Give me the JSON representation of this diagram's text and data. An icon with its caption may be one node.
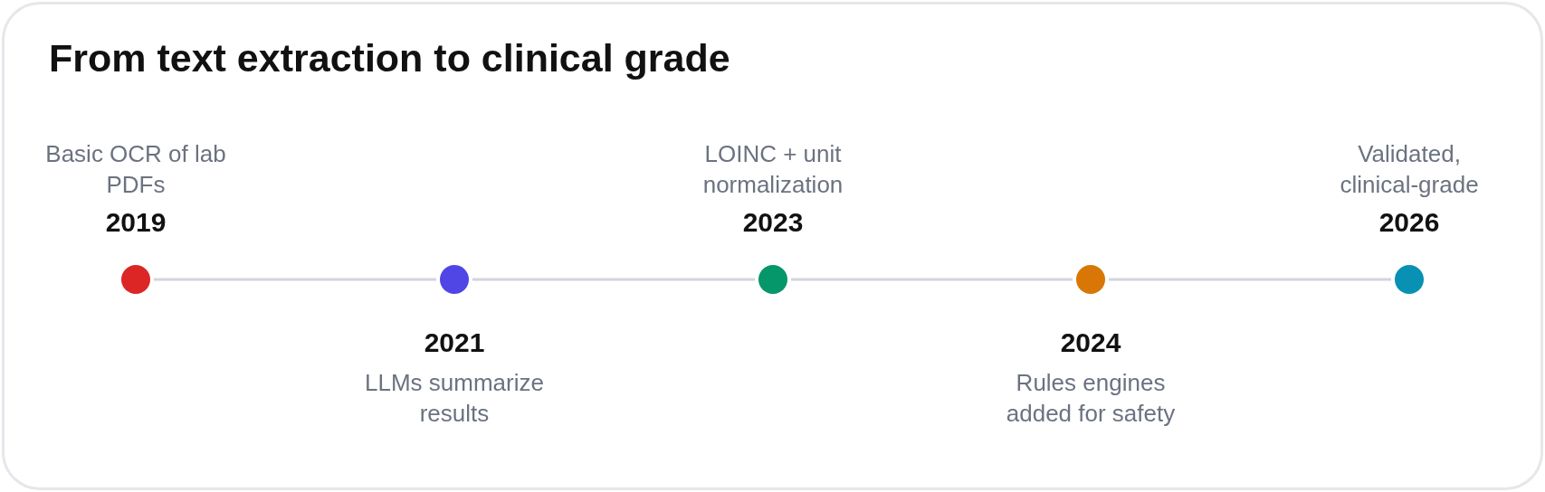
{
  "diagram": {
    "title": "From text extraction to clinical grade",
    "nodes": [
      {
        "text": [],
        "shape": "circle",
        "beside": [
          "Basic OCR of lab PDFs",
          "2019"
        ]
      },
      {
        "text": [],
        "shape": "circle",
        "beside": [
          "2021",
          "LLMs summarize results"
        ]
      },
      {
        "text": [],
        "shape": "circle",
        "beside": [
          "LOINC + unit normalization",
          "2023"
        ]
      },
      {
        "text": [],
        "shape": "circle",
        "beside": [
          "2024",
          "Rules engines added for safety"
        ]
      },
      {
        "text": [],
        "shape": "circle",
        "beside": [
          "Validated, clinical-grade",
          "2026"
        ]
      }
    ],
    "edges": [
      {
        "from": 0,
        "to": 1,
        "arrow": "none"
      },
      {
        "from": 1,
        "to": 2,
        "arrow": "none"
      },
      {
        "from": 2,
        "to": 3,
        "arrow": "none"
      },
      {
        "from": 3,
        "to": 4,
        "arrow": "none"
      }
    ]
  }
}
